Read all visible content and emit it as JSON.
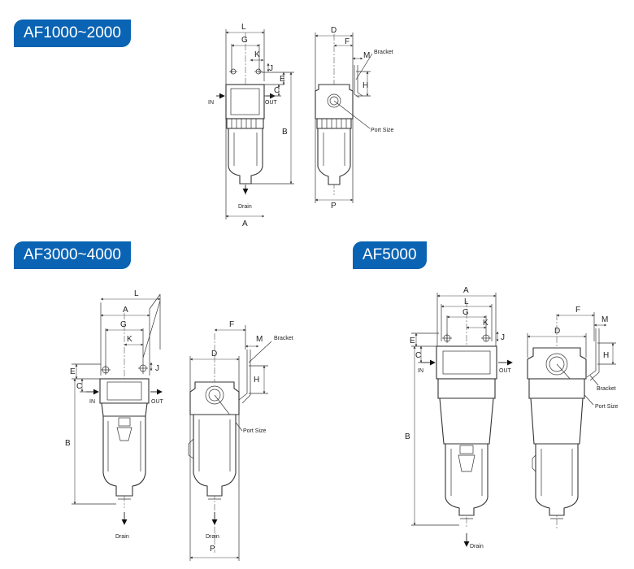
{
  "titles": {
    "af1000": "AF1000~2000",
    "af3000": "AF3000~4000",
    "af5000": "AF5000"
  },
  "labels": {
    "in": "IN",
    "out": "OUT",
    "drain": "Drain",
    "bracket": "Bracket",
    "port_size": "Port Size"
  },
  "dims": {
    "A": "A",
    "B": "B",
    "C": "C",
    "D": "D",
    "E": "E",
    "F": "F",
    "G": "G",
    "H": "H",
    "J": "J",
    "K": "K",
    "L": "L",
    "M": "M",
    "P": "P"
  },
  "colors": {
    "badge": "#0a63b3",
    "line": "#333333"
  }
}
